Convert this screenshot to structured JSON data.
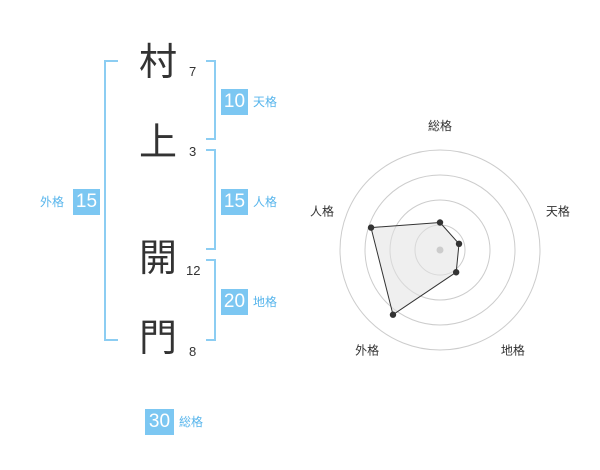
{
  "name_chars": [
    {
      "char": "村",
      "strokes": "7"
    },
    {
      "char": "上",
      "strokes": "3"
    },
    {
      "char": "開",
      "strokes": "12"
    },
    {
      "char": "門",
      "strokes": "8"
    }
  ],
  "grades": {
    "tenkaku": {
      "value": "10",
      "label": "天格"
    },
    "jinkaku": {
      "value": "15",
      "label": "人格"
    },
    "chikaku": {
      "value": "20",
      "label": "地格"
    },
    "gaikaku": {
      "value": "15",
      "label": "外格"
    },
    "soukaku": {
      "value": "30",
      "label": "総格"
    }
  },
  "colors": {
    "accent": "#7cc7f2",
    "accent_text": "#57b5ec",
    "bracket": "#8ccdf2",
    "text": "#333333",
    "grid": "#cccccc"
  },
  "chart_data": {
    "type": "radar",
    "axes": [
      "総格",
      "天格",
      "地格",
      "外格",
      "人格"
    ],
    "values": [
      1.1,
      0.8,
      1.1,
      3.2,
      2.9
    ],
    "max": 4,
    "rings": 4
  }
}
